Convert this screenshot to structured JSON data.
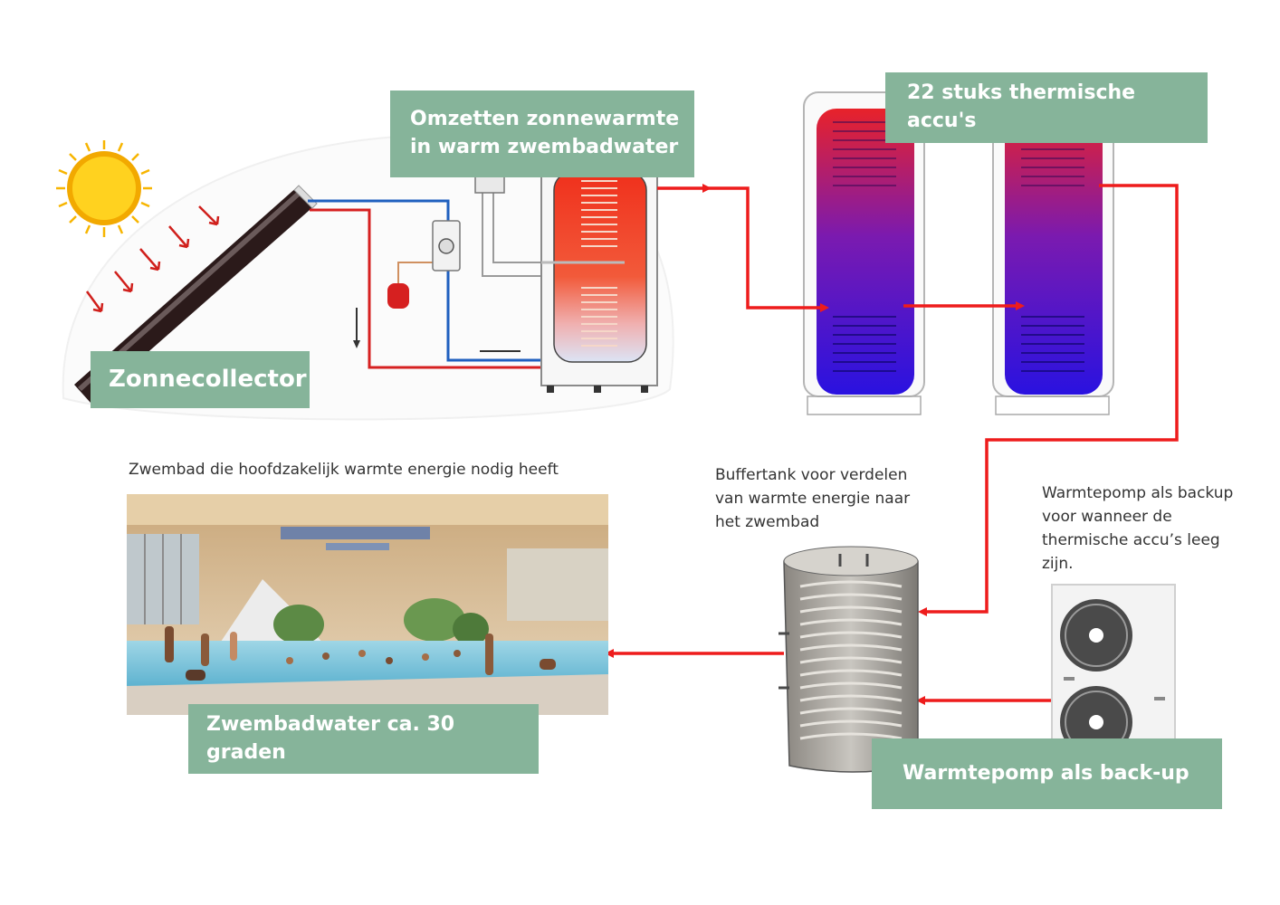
{
  "labels": {
    "zonnecollector": "Zonnecollector",
    "omzetten": "Omzetten zonnewarmte\nin warm zwembadwater",
    "accus": "22 stuks thermische accu's",
    "zwembadwater": "Zwembadwater ca. 30 graden",
    "warmtepomp": "Warmtepomp als back-up"
  },
  "captions": {
    "zwembad": "Zwembad die hoofdzakelijk warmte energie nodig heeft",
    "buffertank": "Buffertank voor verdelen\nvan warmte energie naar\nhet zwembad",
    "warmtepomp_backup": "Warmtepomp als backup\nvoor wanneer de\nthermische accu’s leeg\nzijn."
  },
  "colors": {
    "label_green": "#86b49a",
    "flow_red": "#ee1c1c",
    "cold_blue": "#1f5fbf",
    "tank_red": "#e8222a",
    "tank_blue": "#2a12e0"
  }
}
